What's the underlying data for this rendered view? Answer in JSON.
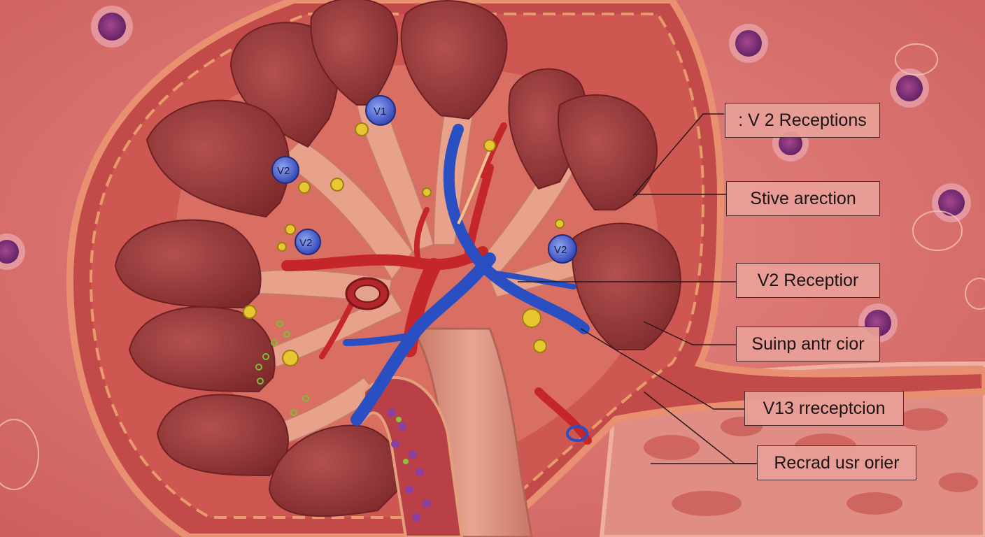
{
  "labels": [
    {
      "text": ": V 2 Receptions"
    },
    {
      "text": "Stive arection"
    },
    {
      "text": "V2 Receptior"
    },
    {
      "text": "Suinp antr cior"
    },
    {
      "text": "V13 rreceptcion"
    },
    {
      "text": "Recrad usr orier"
    }
  ],
  "cell_markers": [
    {
      "text": "V1"
    },
    {
      "text": "V2"
    },
    {
      "text": "V2"
    },
    {
      "text": "V2"
    }
  ],
  "colors": {
    "background": "#d9716f",
    "kidney_outer": "#c95550",
    "pyramid": "#8e3232",
    "vein": "#2a4fc2",
    "artery": "#c4262a",
    "ureter": "#d88a7c"
  }
}
